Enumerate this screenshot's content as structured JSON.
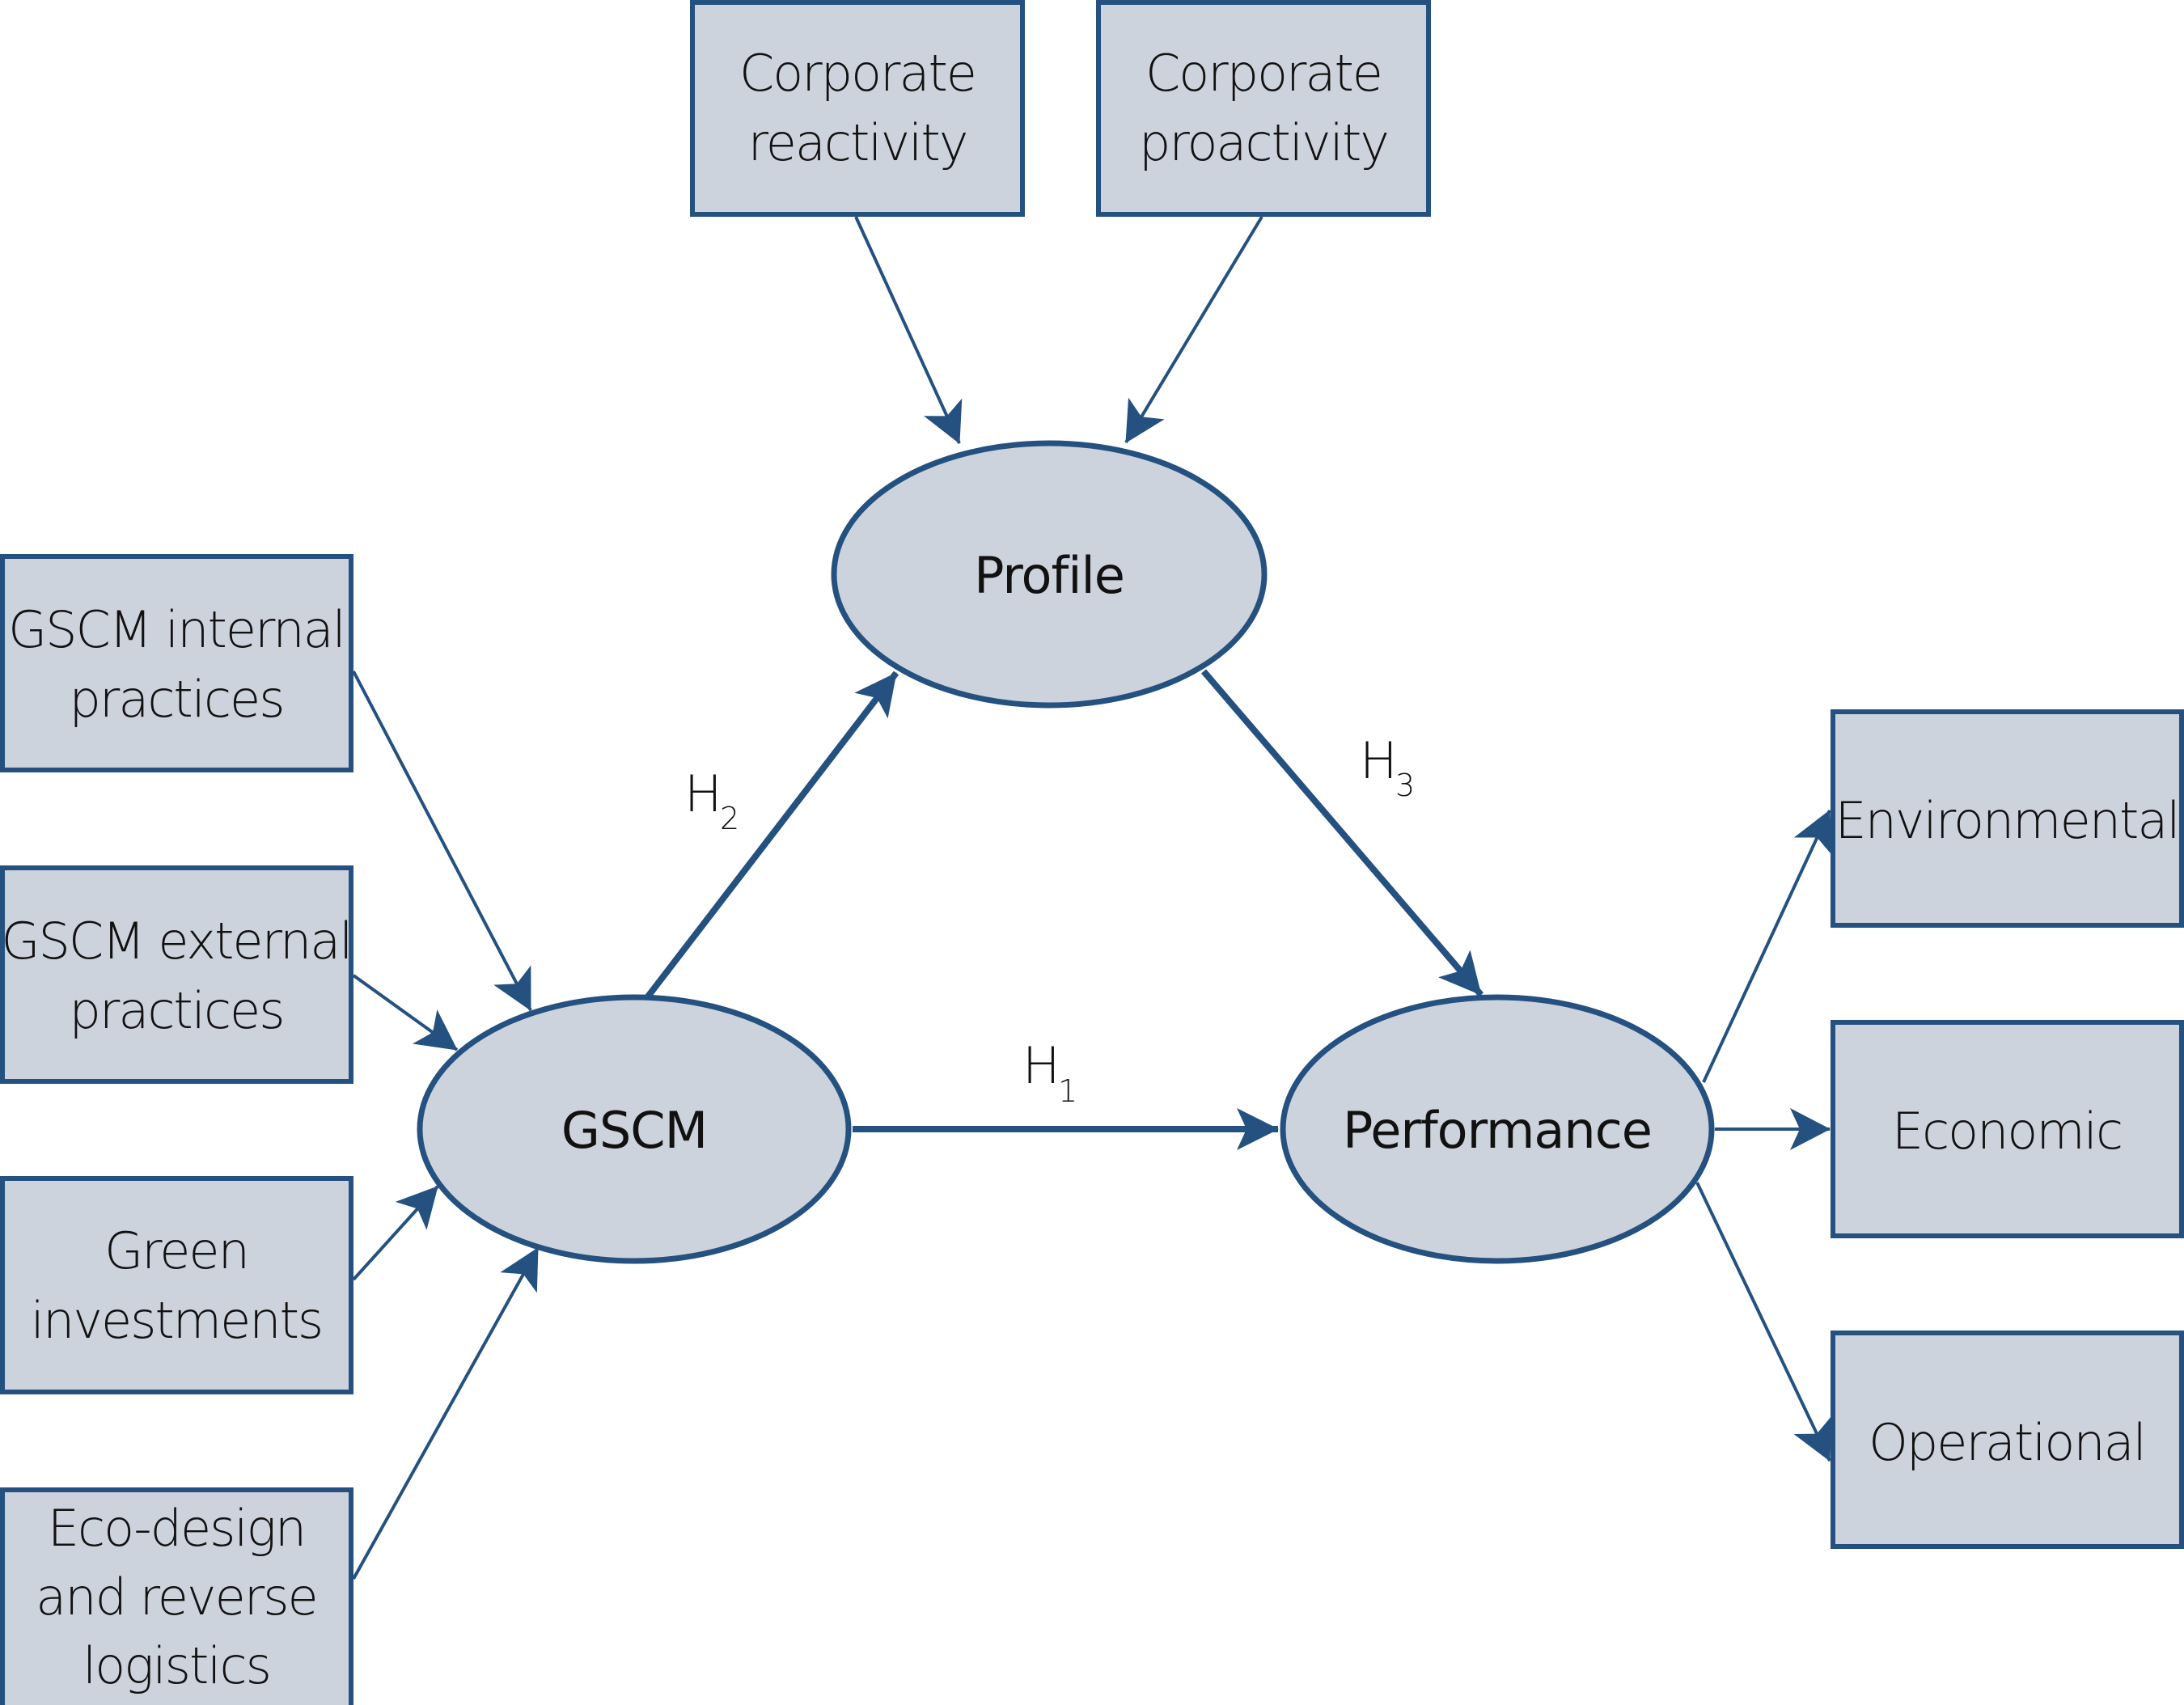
{
  "colors": {
    "fill": "#cdd3dc",
    "stroke": "#24517f",
    "text": "#111111"
  },
  "boxes": {
    "corporate_reactivity": [
      "Corporate",
      "reactivity"
    ],
    "corporate_proactivity": [
      "Corporate",
      "proactivity"
    ],
    "gscm_internal": [
      "GSCM internal",
      "practices"
    ],
    "gscm_external": [
      "GSCM external",
      "practices"
    ],
    "green_investments": [
      "Green",
      "investments"
    ],
    "eco_design": [
      "Eco-design",
      "and reverse",
      "logistics"
    ],
    "environmental": [
      "Environmental"
    ],
    "economic": [
      "Economic"
    ],
    "operational": [
      "Operational"
    ]
  },
  "nodes": {
    "profile": "Profile",
    "gscm": "GSCM",
    "performance": "Performance"
  },
  "hypotheses": {
    "h1": {
      "main": "H",
      "sub": "1"
    },
    "h2": {
      "main": "H",
      "sub": "2"
    },
    "h3": {
      "main": "H",
      "sub": "3"
    }
  }
}
